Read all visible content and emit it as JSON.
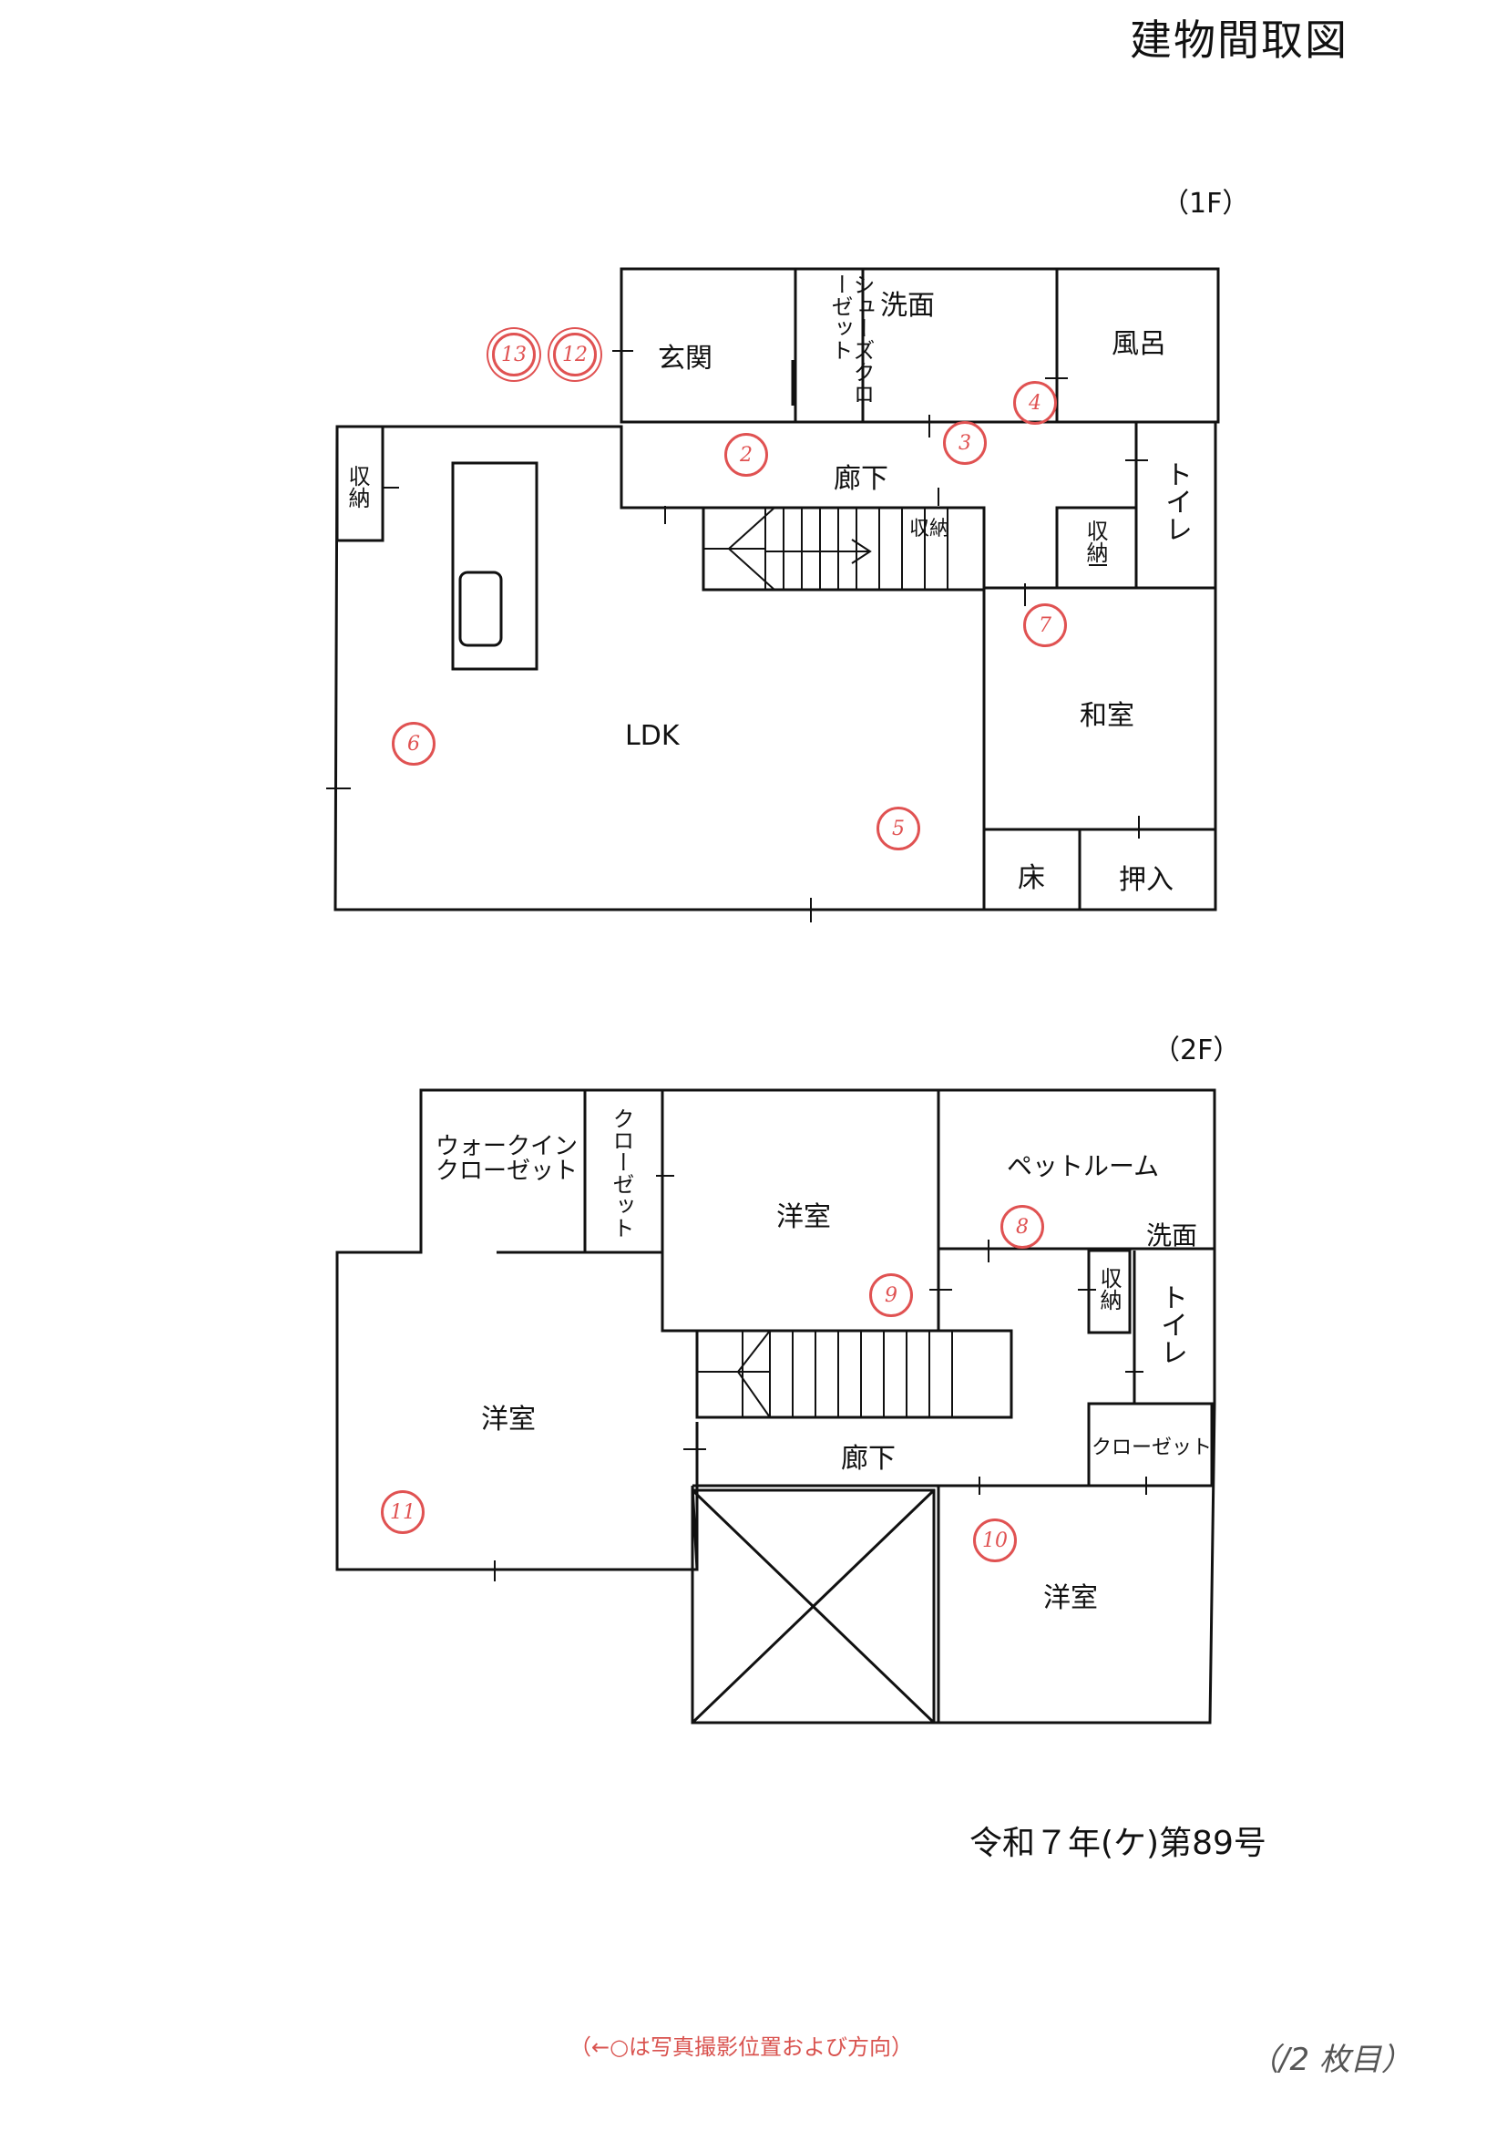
{
  "title": "建物間取図",
  "floor1": {
    "label": "（1F）",
    "rooms": {
      "genkan": "玄関",
      "shoes_closet": "シューズクローゼット",
      "senmen": "洗面",
      "furo": "風呂",
      "rouka": "廊下",
      "toilet": "トイレ",
      "shuno_left": "収納",
      "shuno_stairs": "収納",
      "shuno_right": "収納",
      "ldk": "LDK",
      "washitsu": "和室",
      "toko": "床",
      "oshiire": "押入"
    }
  },
  "floor2": {
    "label": "（2F）",
    "rooms": {
      "walkin": "ウォークインクローゼット",
      "walkin_line1": "ウォークイン",
      "walkin_line2": "クローゼット",
      "closet_vertical": "クローゼット",
      "yoshitsu_center": "洋室",
      "pet_room": "ペットルーム",
      "senmen": "洗面",
      "shuno": "収納",
      "toilet": "トイレ",
      "yoshitsu_left": "洋室",
      "rouka": "廊下",
      "closet_right": "クローゼット",
      "yoshitsu_right": "洋室"
    }
  },
  "photo_markers": [
    "13",
    "12",
    "2",
    "3",
    "4",
    "7",
    "6",
    "5",
    "8",
    "9",
    "11",
    "10"
  ],
  "case_number": "令和７年(ケ)第89号",
  "legend_note": "（←○は写真撮影位置および方向）",
  "page_count": "（/2 枚目）",
  "colors": {
    "marker": "#e05252",
    "line": "#111111"
  }
}
